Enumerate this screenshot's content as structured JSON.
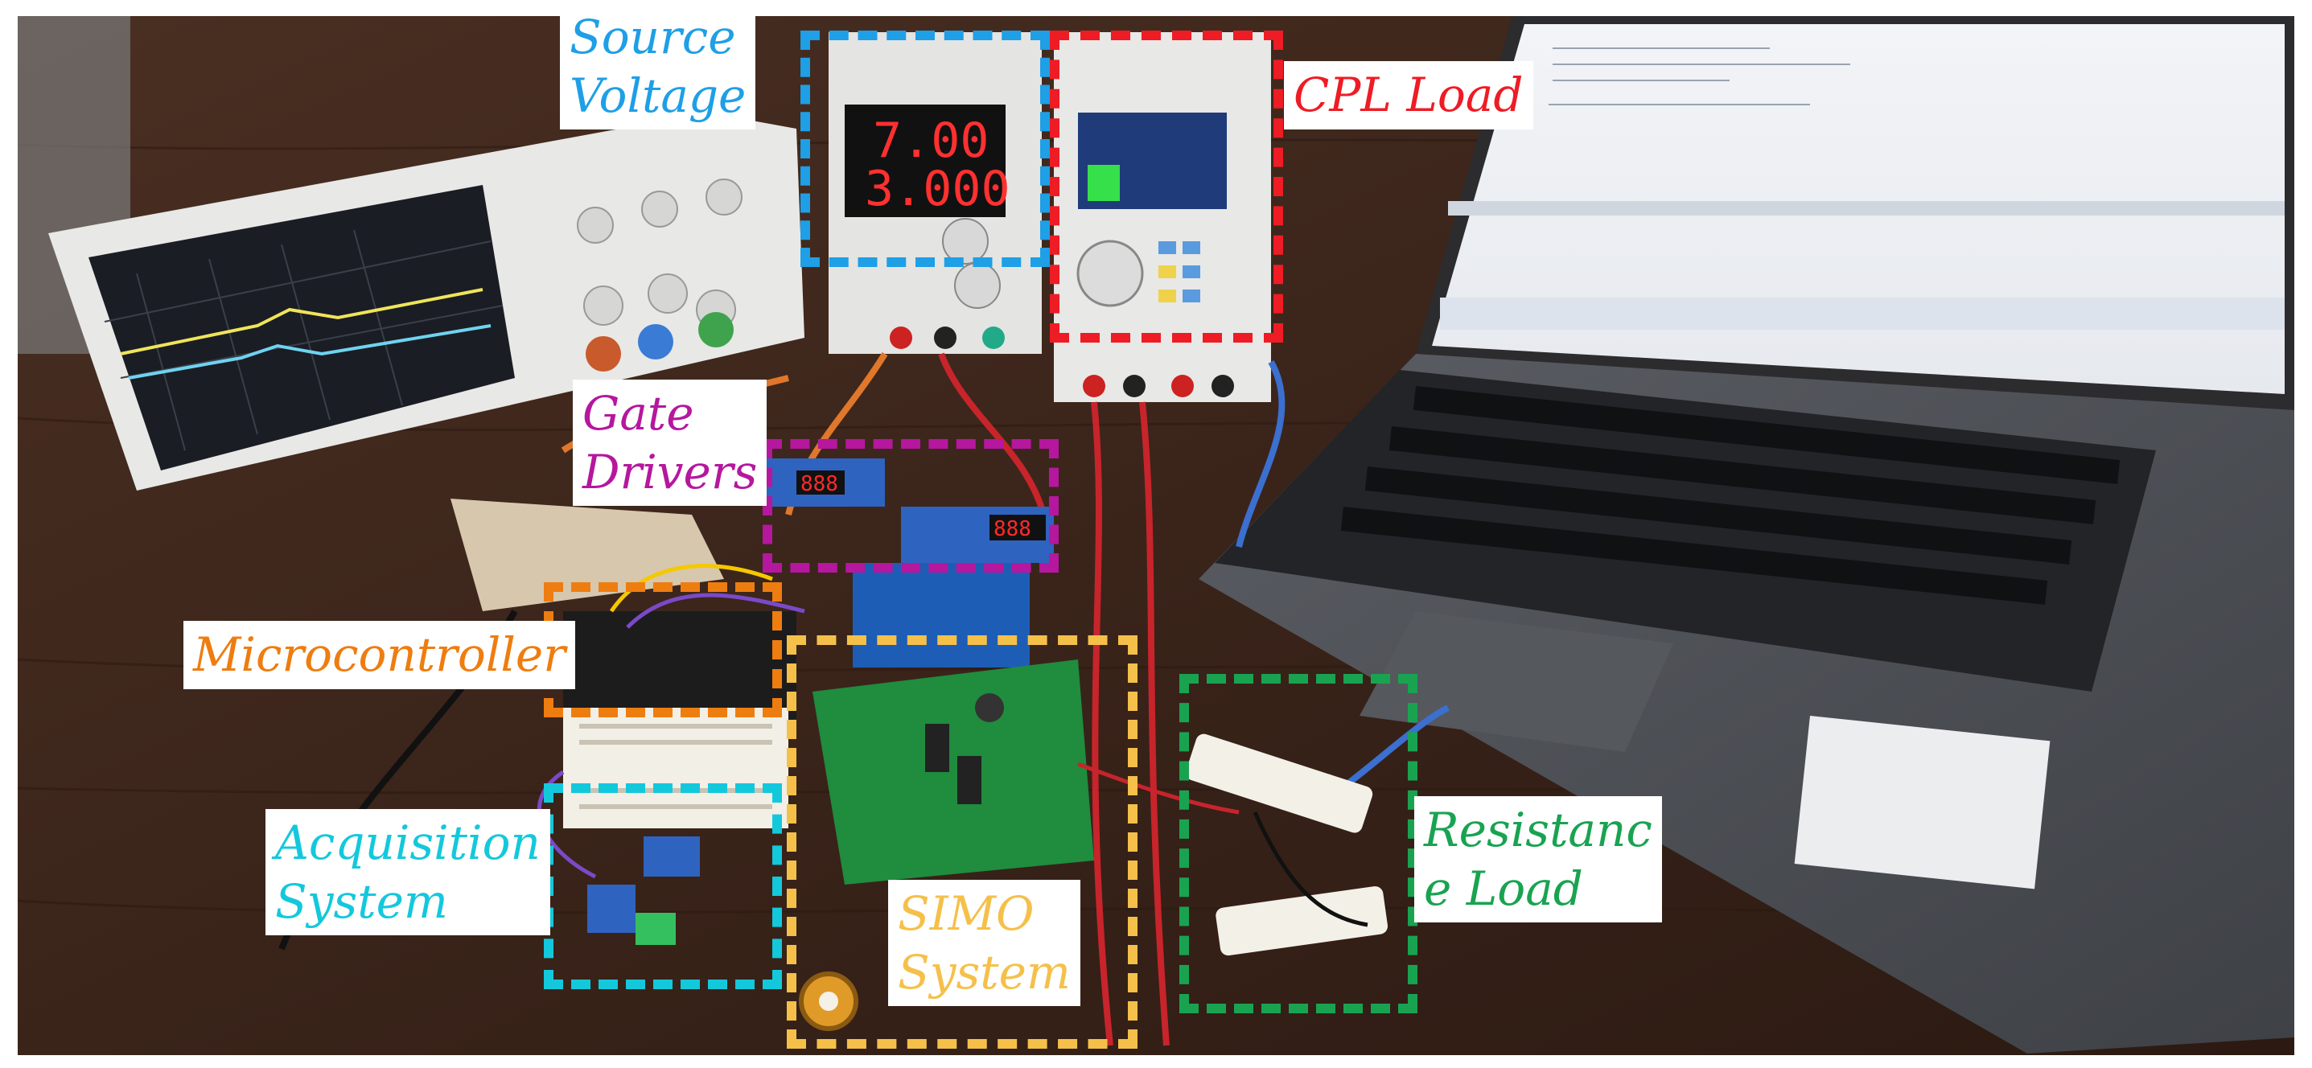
{
  "labels": {
    "source_voltage": "Source\nVoltage",
    "cpl_load": "CPL Load",
    "gate_drivers": "Gate\nDrivers",
    "microcontroller": "Microcontroller",
    "acquisition_system": "Acquisition\nSystem",
    "simo_system": "SIMO\nSystem",
    "resistance_load": "Resistanc\ne Load"
  },
  "colors": {
    "source_voltage": "#1e9fe6",
    "cpl_load": "#ee1c24",
    "gate_drivers": "#b5179e",
    "microcontroller": "#ee7d10",
    "acquisition_system": "#14c8dc",
    "simo_system": "#f5c04a",
    "resistance_load": "#19a351"
  }
}
